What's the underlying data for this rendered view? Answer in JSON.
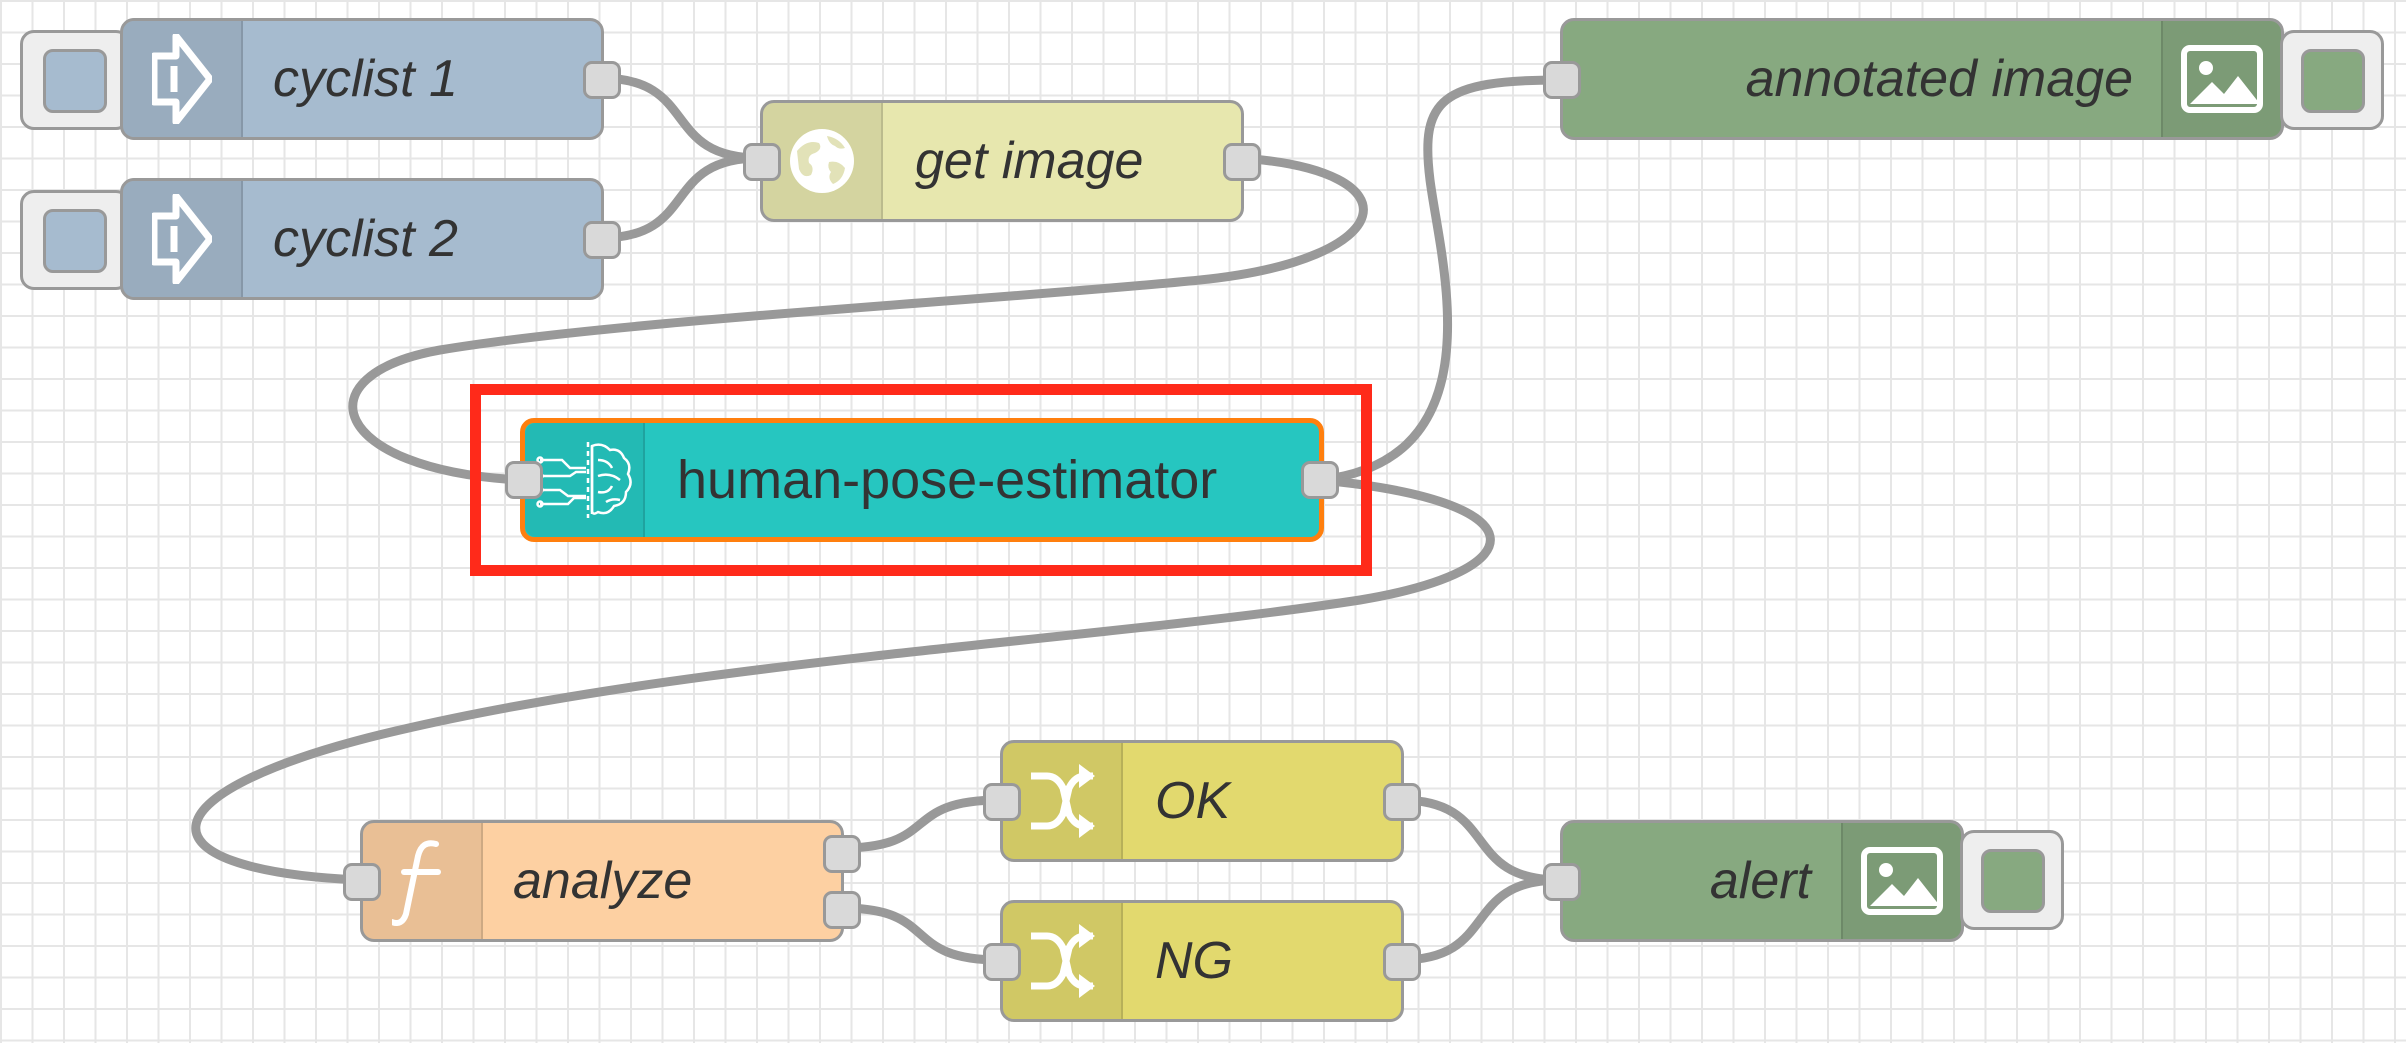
{
  "nodes": {
    "cyclist1": {
      "label": "cyclist 1",
      "type": "inject",
      "color": "#a6bbcf"
    },
    "cyclist2": {
      "label": "cyclist 2",
      "type": "inject",
      "color": "#a6bbcf"
    },
    "get_image": {
      "label": "get image",
      "type": "http request",
      "color": "#e7e7ae"
    },
    "annotated_image": {
      "label": "annotated image",
      "type": "image preview",
      "color": "#87a980"
    },
    "pose_estimator": {
      "label": "human-pose-estimator",
      "type": "ai model",
      "color": "#26c6c0",
      "selected": true
    },
    "analyze": {
      "label": "analyze",
      "type": "function",
      "color": "#fdd0a2"
    },
    "ok": {
      "label": "OK",
      "type": "change",
      "color": "#e2d96e"
    },
    "ng": {
      "label": "NG",
      "type": "change",
      "color": "#e2d96e"
    },
    "alert": {
      "label": "alert",
      "type": "image preview",
      "color": "#87a980"
    }
  },
  "icons": {
    "inject": "arrow-right-icon",
    "http": "globe-icon",
    "image": "image-icon",
    "ai": "brain-circuit-icon",
    "function": "function-icon",
    "change": "shuffle-icon"
  },
  "colors": {
    "wire": "#999999",
    "selection_box": "#ff2a1a",
    "selected_border": "#ff7f0e"
  }
}
